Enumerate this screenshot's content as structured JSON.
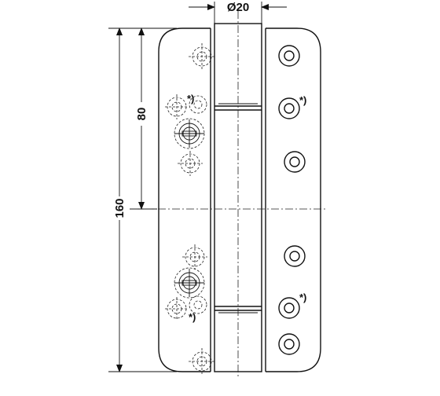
{
  "dimensions": {
    "diameter": "Ø20",
    "half_height": "80",
    "total_height": "160"
  },
  "notes": {
    "asterisk": "*)"
  }
}
